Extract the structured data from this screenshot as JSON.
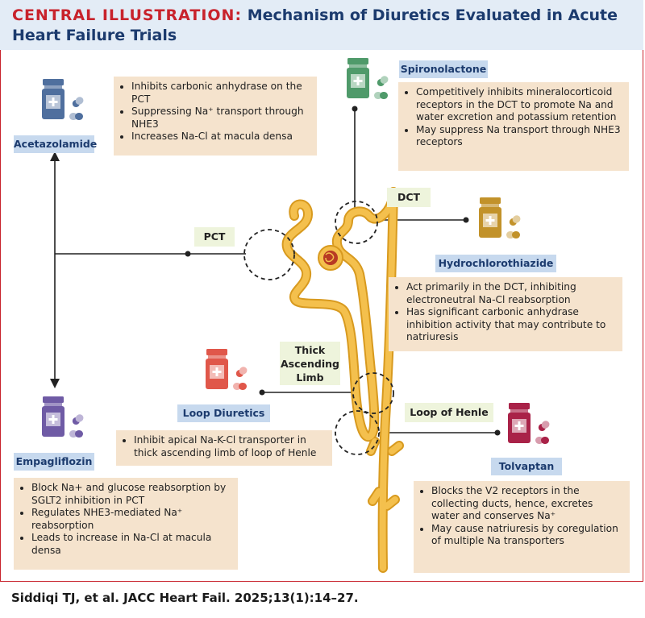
{
  "header": {
    "central_label": "CENTRAL ILLUSTRATION:",
    "title_line1": "Mechanism of Diuretics Evaluated in Acute",
    "title_line2": "Heart Failure Trials"
  },
  "drugs": {
    "acetazolamide": {
      "label": "Acetazolamide",
      "color": "#4f6f9e",
      "notes": [
        "Inhibits carbonic anhydrase on the PCT",
        "Suppressing Na⁺ transport through NHE3",
        "Increases Na-Cl at macula densa"
      ]
    },
    "spironolactone": {
      "label": "Spironolactone",
      "color": "#4f9a6a",
      "notes": [
        "Competitively inhibits mineralocorticoid receptors in the DCT to promote Na and water excretion and potassium retention",
        "May suppress Na transport through NHE3 receptors"
      ]
    },
    "hydrochlorothiazide": {
      "label": "Hydrochlorothiazide",
      "color": "#c2922a",
      "notes": [
        "Act primarily in the DCT, inhibiting electroneutral Na-Cl reabsorption",
        "Has significant carbonic anhydrase inhibition activity that may contribute to natriuresis"
      ]
    },
    "loop_diuretics": {
      "label": "Loop Diuretics",
      "color": "#e0574a",
      "notes": [
        "Inhibit apical Na-K-Cl transporter in thick ascending limb of loop of Henle"
      ]
    },
    "empagliflozin": {
      "label": "Empagliflozin",
      "color": "#6f5ba5",
      "notes": [
        "Block Na+ and glucose reabsorption by SGLT2 inhibition in PCT",
        "Regulates NHE3-mediated Na⁺ reabsorption",
        "Leads to increase in Na-Cl at macula densa"
      ]
    },
    "tolvaptan": {
      "label": "Tolvaptan",
      "color": "#a92248",
      "notes": [
        "Blocks the V2 receptors in the collecting ducts, hence, excretes water and conserves Na⁺",
        "May cause natriuresis by coregulation of multiple Na transporters"
      ]
    }
  },
  "structures": {
    "pct": "PCT",
    "dct": "DCT",
    "thick_ascending_limb": [
      "Thick",
      "Ascending",
      "Limb"
    ],
    "loop_of_henle": "Loop of Henle"
  },
  "nephron_color": "#f2b83c",
  "citation": "Siddiqi TJ, et al. JACC Heart Fail. 2025;13(1):14–27."
}
